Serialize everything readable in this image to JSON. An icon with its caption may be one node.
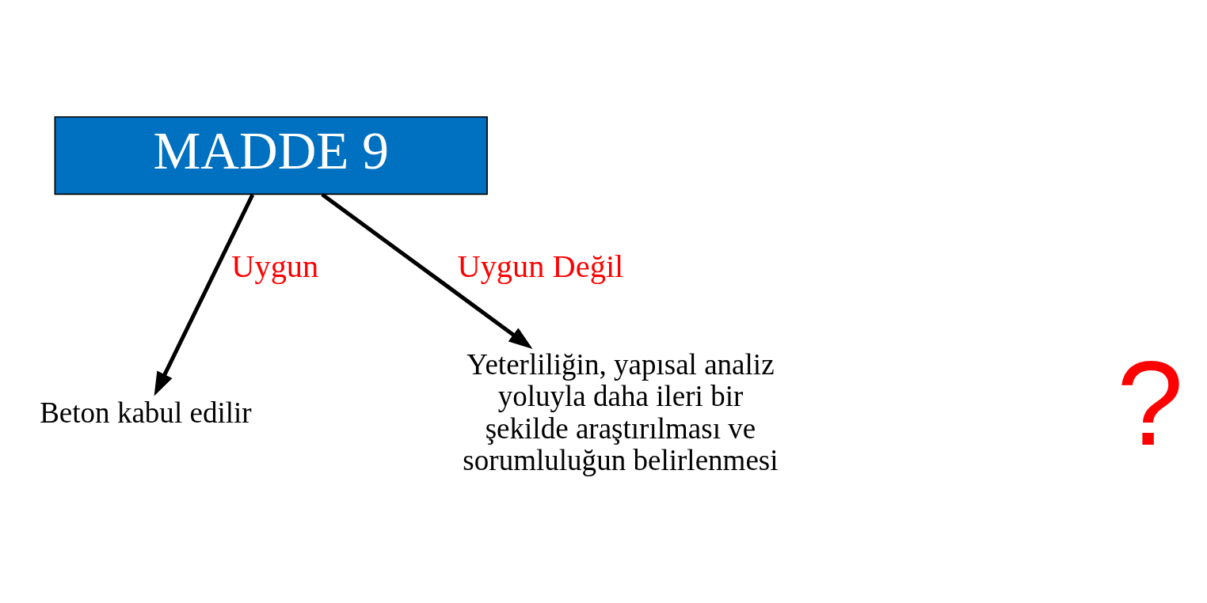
{
  "diagram": {
    "nodes": [
      {
        "text": [
          "MADDE 9"
        ]
      },
      {
        "text": [
          "Beton kabul edilir"
        ]
      },
      {
        "text": [
          "Yeterliliğin, yapısal analiz yoluyla daha ileri bir şekilde araştırılması ve sorumluluğun belirlenmesi"
        ]
      }
    ],
    "edges": [
      {
        "from": 0,
        "to": 1,
        "arrow": "to",
        "label": "Uygun"
      },
      {
        "from": 0,
        "to": 2,
        "arrow": "to",
        "label": "Uygun Değil"
      }
    ],
    "labels": [
      "?"
    ]
  }
}
